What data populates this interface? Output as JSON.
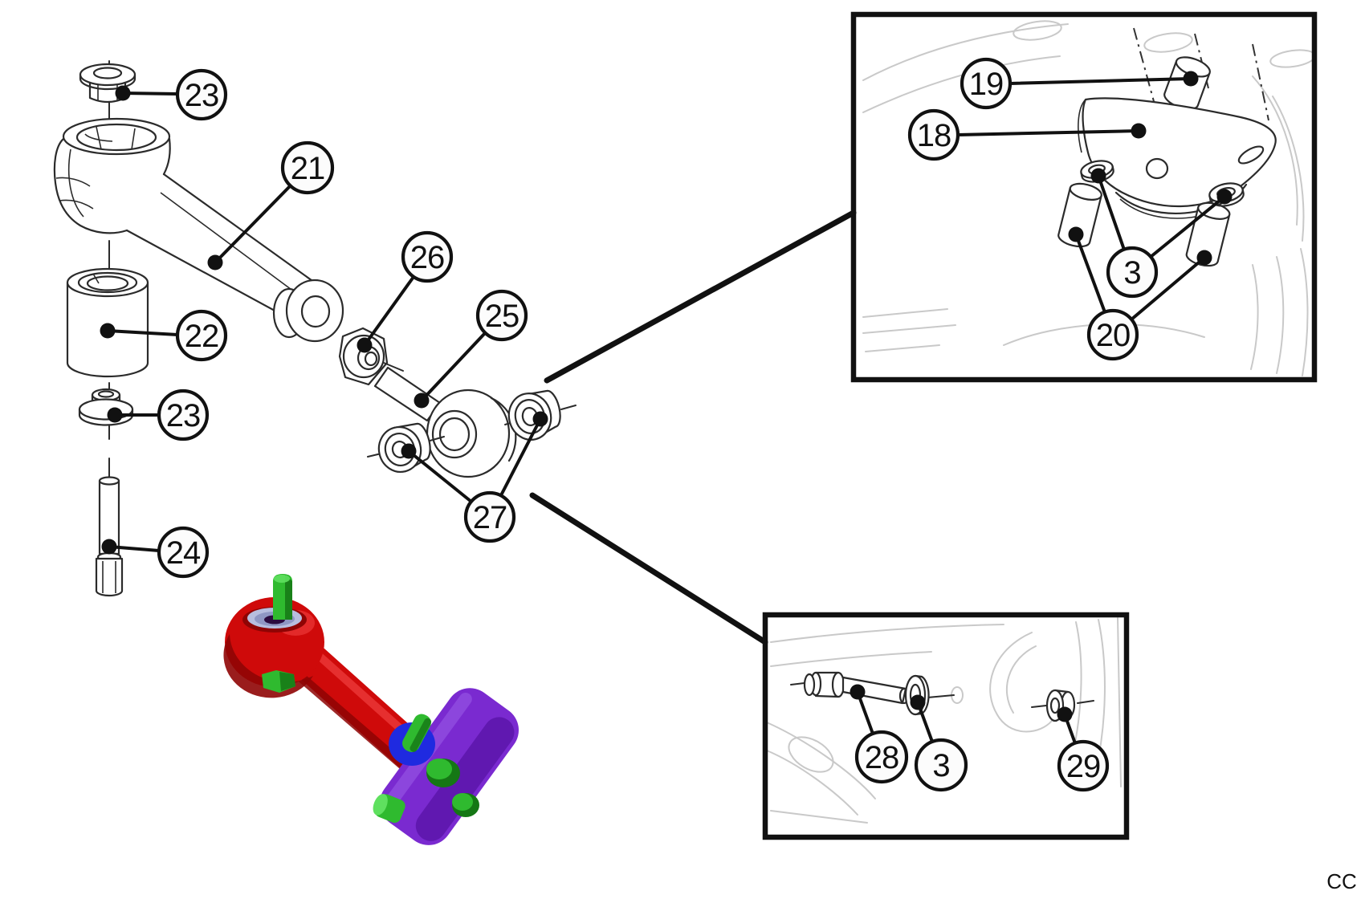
{
  "credit": "CC",
  "callouts": {
    "main": {
      "nut_upper": {
        "label": "23"
      },
      "arm": {
        "label": "21"
      },
      "bushing": {
        "label": "22"
      },
      "washer_nut_lower": {
        "label": "23"
      },
      "bolt": {
        "label": "24"
      },
      "jam_nut": {
        "label": "26"
      },
      "end_link": {
        "label": "25"
      },
      "washers": {
        "label": "27"
      }
    },
    "inset_top": {
      "sleeve": {
        "label": "19"
      },
      "bracket": {
        "label": "18"
      },
      "washers": {
        "label": "3"
      },
      "spacers": {
        "label": "20"
      }
    },
    "inset_bottom": {
      "bushing": {
        "label": "28"
      },
      "washer": {
        "label": "3"
      },
      "nut": {
        "label": "29"
      }
    }
  },
  "model_colors": {
    "arm_red": "#cf0a0a",
    "arm_red_dark": "#8f0404",
    "arm_red_light": "#f04040",
    "bracket_purple": "#7a2ad0",
    "bracket_purple_dark": "#5a14a8",
    "bracket_purple_light": "#9b5ce8",
    "bushing_blue": "#1f2ae0",
    "fastener_green": "#2fba2f",
    "fastener_green_dark": "#157715",
    "fastener_green_light": "#5fe05f",
    "washer_silver": "#b7bedf",
    "washer_silver_dark": "#8f97c4"
  }
}
